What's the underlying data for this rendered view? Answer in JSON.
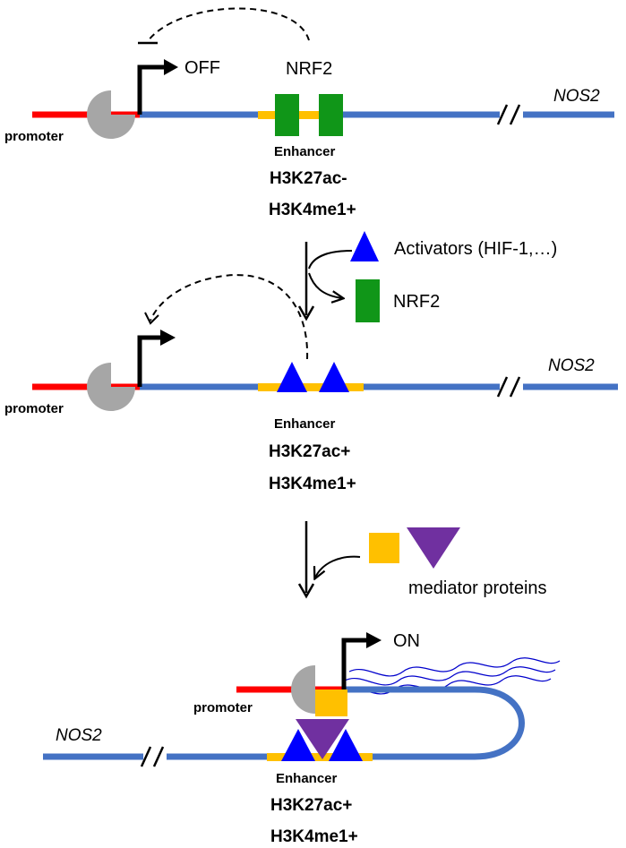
{
  "panel1": {
    "state_label": "OFF",
    "tf_label": "NRF2",
    "gene_label": "NOS2",
    "promoter_label": "promoter",
    "enhancer_label": "Enhancer",
    "mark1": "H3K27ac-",
    "mark2": "H3K4me1+"
  },
  "step1": {
    "activators_label": "Activators (HIF-1,…)",
    "released_label": "NRF2"
  },
  "panel2": {
    "gene_label": "NOS2",
    "promoter_label": "promoter",
    "enhancer_label": "Enhancer",
    "mark1": "H3K27ac+",
    "mark2": "H3K4me1+"
  },
  "step2": {
    "mediator_label": "mediator proteins"
  },
  "panel3": {
    "state_label": "ON",
    "gene_label": "NOS2",
    "promoter_label": "promoter",
    "enhancer_label": "Enhancer",
    "mark1": "H3K27ac+",
    "mark2": "H3K4me1+"
  },
  "colors": {
    "dna": "#4472c4",
    "promoter": "#ff0000",
    "enhancer_region": "#ffc000",
    "nrf2": "#109618",
    "activator": "#0000ff",
    "mediator_square": "#ffc000",
    "mediator_triangle": "#7030a0",
    "polymerase": "#a6a6a6",
    "transcript": "#0000cc"
  }
}
